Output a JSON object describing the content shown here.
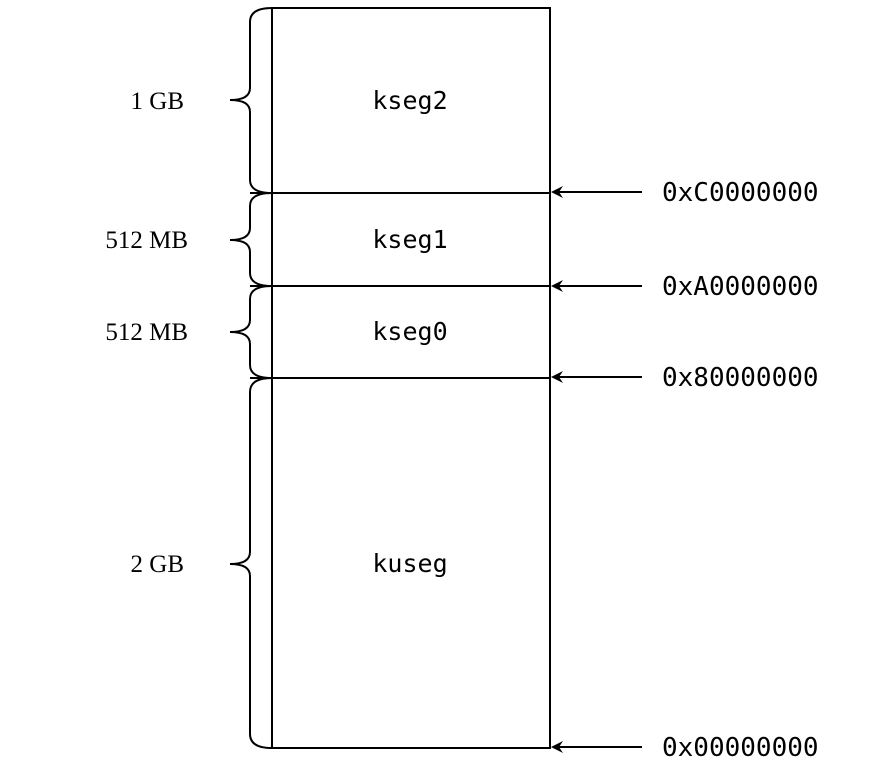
{
  "segments": [
    {
      "name": "kseg2",
      "size": "1 GB"
    },
    {
      "name": "kseg1",
      "size": "512 MB"
    },
    {
      "name": "kseg0",
      "size": "512 MB"
    },
    {
      "name": "kuseg",
      "size": "2 GB"
    }
  ],
  "addresses": [
    "0xC0000000",
    "0xA0000000",
    "0x80000000",
    "0x00000000"
  ]
}
